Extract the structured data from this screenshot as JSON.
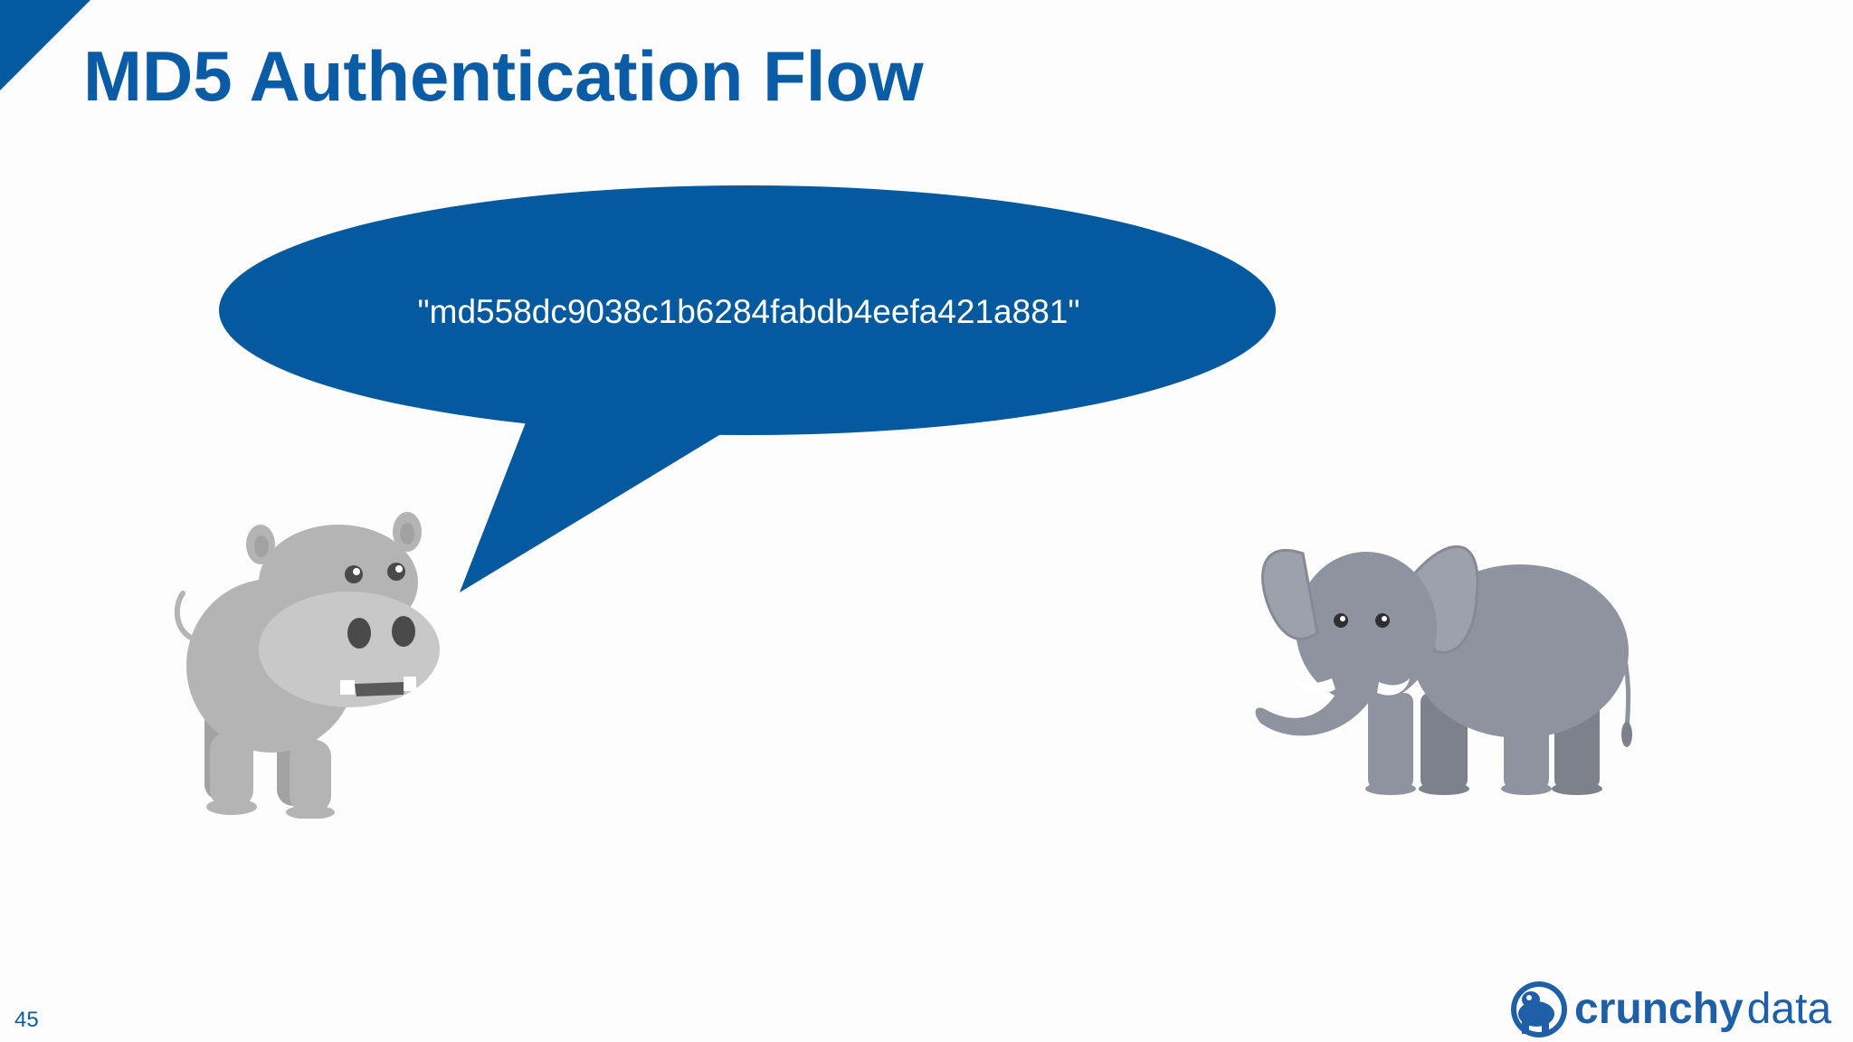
{
  "slide": {
    "title": "MD5 Authentication Flow",
    "page_number": "45",
    "speech_bubble_text": "\"md558dc9038c1b6284fabdb4eefa421a881\""
  },
  "characters": {
    "speaker": "hippo-icon",
    "listener": "elephant-icon"
  },
  "logo": {
    "icon": "crunchy-hippo-mark-icon",
    "word_1": "crunchy",
    "word_2": "data"
  },
  "colors": {
    "brand_blue": "#05599e",
    "title_blue": "#0a5ca6",
    "background": "#fdfdfd",
    "bubble_text": "#ffffff",
    "hippo_gray": "#b4b4b4",
    "elephant_gray": "#8f939f",
    "logo_text": "#1e5fa8"
  }
}
